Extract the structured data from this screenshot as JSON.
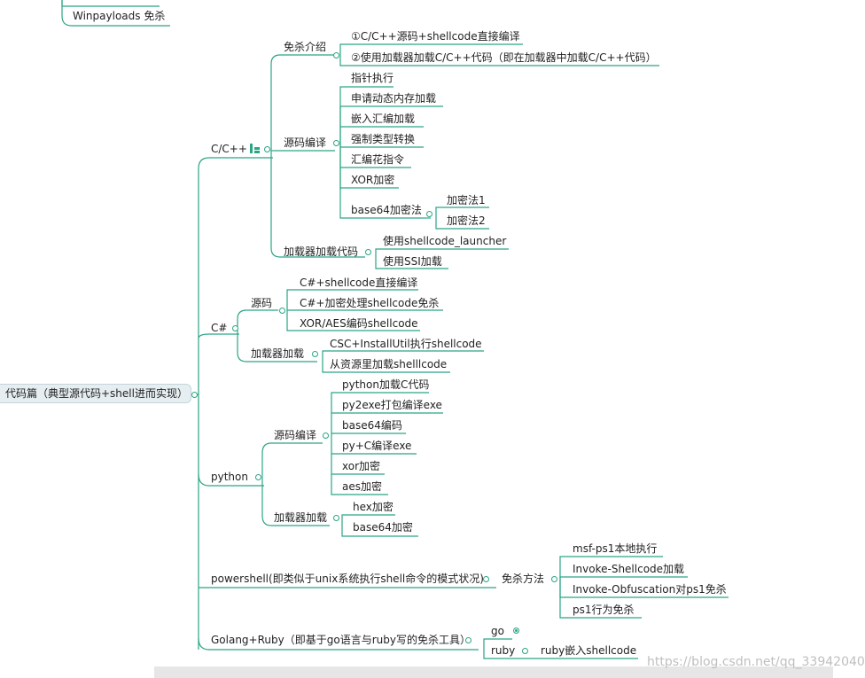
{
  "colors": {
    "connector": "#2aa586",
    "root_bg": "#e6eef1",
    "text": "#222222"
  },
  "top_item": {
    "label": "Winpayloads 免杀"
  },
  "root": {
    "label": "代码篇（典型源代码+shell进而实现）"
  },
  "cpp": {
    "label": "C/C++",
    "intro": {
      "label": "免杀介绍",
      "items": [
        "①C/C++源码+shellcode直接编译",
        "②使用加载器加载C/C++代码（即在加载器中加载C/C++代码）"
      ]
    },
    "compile": {
      "label": "源码编译",
      "items": [
        "指针执行",
        "申请动态内存加载",
        "嵌入汇编加载",
        "强制类型转换",
        "汇编花指令",
        "XOR加密",
        "base64加密法"
      ],
      "base64_children": [
        "加密法1",
        "加密法2"
      ]
    },
    "loader": {
      "label": "加载器加载代码",
      "items": [
        "使用shellcode_launcher",
        "使用SSI加载"
      ]
    }
  },
  "csharp": {
    "label": "C#",
    "source": {
      "label": "源码",
      "items": [
        "C#+shellcode直接编译",
        "C#+加密处理shellcode免杀",
        "XOR/AES编码shellcode"
      ]
    },
    "loader": {
      "label": "加载器加载",
      "items": [
        "CSC+InstallUtil执行shellcode",
        "从资源里加载shelllcode"
      ]
    }
  },
  "python": {
    "label": "python",
    "compile": {
      "label": "源码编译",
      "items": [
        "python加载C代码",
        "py2exe打包编译exe",
        "base64编码",
        "py+C编译exe",
        "xor加密",
        "aes加密"
      ]
    },
    "loader": {
      "label": "加载器加载",
      "items": [
        "hex加密",
        "base64加密"
      ]
    }
  },
  "powershell": {
    "label": "powershell(即类似于unix系统执行shell命令的模式状况)",
    "method": {
      "label": "免杀方法",
      "items": [
        "msf-ps1本地执行",
        "Invoke-Shellcode加载",
        "Invoke-Obfuscation对ps1免杀",
        "ps1行为免杀"
      ]
    }
  },
  "golang": {
    "label": "Golang+Ruby（即基于go语言与ruby写的免杀工具）",
    "go": {
      "label": "go"
    },
    "ruby": {
      "label": "ruby",
      "child": "ruby嵌入shellcode"
    }
  },
  "watermark": "https://blog.csdn.net/qq_33942040"
}
